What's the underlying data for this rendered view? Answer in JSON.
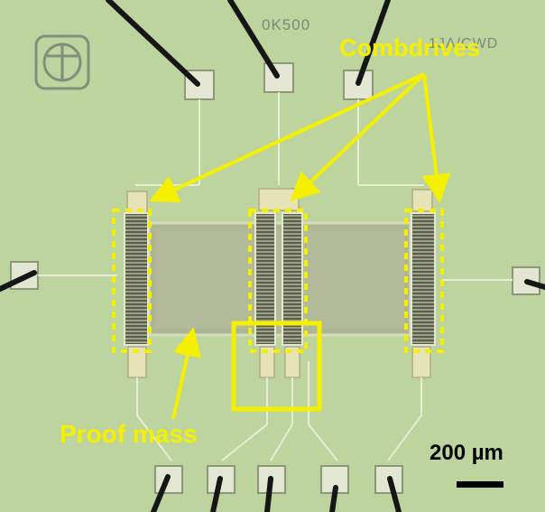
{
  "labels": {
    "combdrives": "Combdrives",
    "proof_mass": "Proof mass",
    "scale_bar": "200 µm"
  },
  "chip_text": {
    "top_center": "0K500",
    "top_right": "1JA/CWD"
  },
  "colors": {
    "substrate": "#b9cf9a",
    "annotation": "#f5f000",
    "proof_mass": "#aeb694",
    "probe_wire": "#161616",
    "scale_bar": "#000000"
  }
}
